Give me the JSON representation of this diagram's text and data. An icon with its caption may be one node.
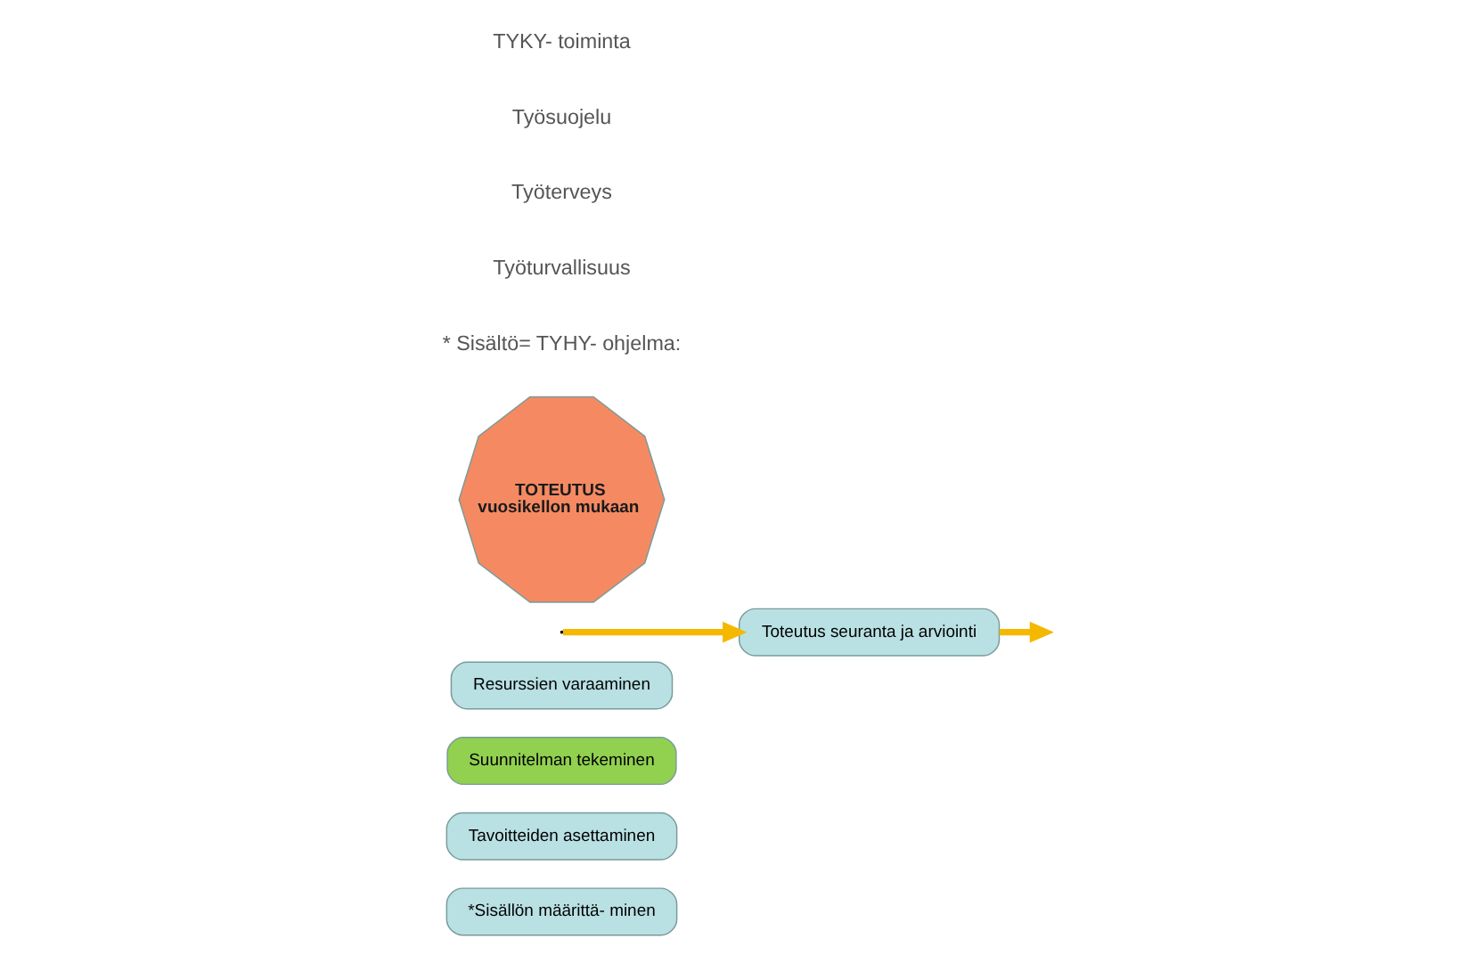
{
  "diagram": {
    "nodes": [
      {
        "text": [
          "*Sisällön määrittä- minen"
        ]
      },
      {
        "text": [
          "Tavoitteiden asettaminen"
        ]
      },
      {
        "text": [
          "Suunnitelman tekeminen"
        ]
      },
      {
        "text": [
          "Resurssien varaaminen"
        ]
      },
      {
        "text": [
          "Toteutus seuranta ja arviointi"
        ]
      },
      {
        "text": [
          "TOTEUTUS",
          "vuosikellon mukaan"
        ]
      }
    ],
    "edges": [
      {
        "from": null,
        "to": 4,
        "arrow": "to"
      },
      {
        "from": 4,
        "to": null,
        "arrow": "to"
      }
    ],
    "labels": [
      "* Sisältö= TYHY- ohjelma:",
      "Työturvallisuus",
      "Työterveys",
      "Työsuojelu",
      "TYKY- toiminta"
    ]
  }
}
